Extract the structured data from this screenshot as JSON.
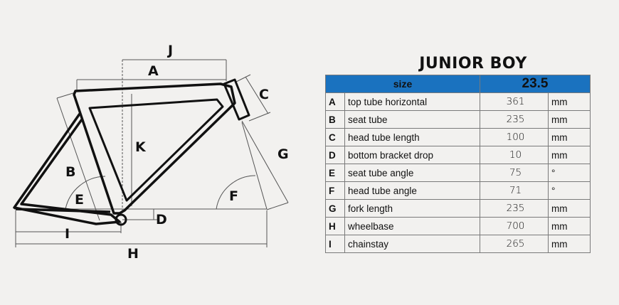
{
  "diagram": {
    "labels": [
      "J",
      "A",
      "C",
      "K",
      "G",
      "B",
      "E",
      "F",
      "D",
      "I",
      "H"
    ]
  },
  "table": {
    "title": "JUNIOR BOY",
    "size_label": "size",
    "size_value": "23.5",
    "rows": [
      {
        "letter": "A",
        "name": "top tube horizontal",
        "value": "361",
        "unit": "mm"
      },
      {
        "letter": "B",
        "name": "seat tube",
        "value": "235",
        "unit": "mm"
      },
      {
        "letter": "C",
        "name": "head tube length",
        "value": "100",
        "unit": "mm"
      },
      {
        "letter": "D",
        "name": "bottom bracket drop",
        "value": "10",
        "unit": "mm"
      },
      {
        "letter": "E",
        "name": "seat tube angle",
        "value": "75",
        "unit": "°"
      },
      {
        "letter": "F",
        "name": "head tube angle",
        "value": "71",
        "unit": "°"
      },
      {
        "letter": "G",
        "name": "fork length",
        "value": "235",
        "unit": "mm"
      },
      {
        "letter": "H",
        "name": "wheelbase",
        "value": "700",
        "unit": "mm"
      },
      {
        "letter": "I",
        "name": "chainstay",
        "value": "265",
        "unit": "mm"
      }
    ]
  }
}
